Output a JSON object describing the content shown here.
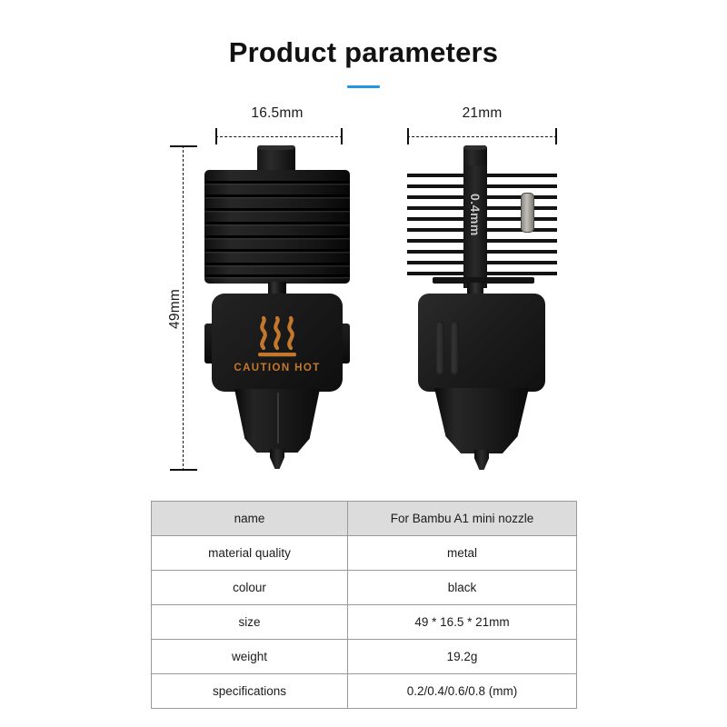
{
  "header": {
    "title": "Product parameters",
    "accent_color": "#2196e8"
  },
  "illustration": {
    "left_product": {
      "name": "front-view-hotend",
      "width_label": "16.5mm",
      "height_label": "49mm",
      "warning_text": "CAUTION HOT",
      "warning_icon": "heat-waves-icon",
      "warning_color": "#c4782c"
    },
    "right_product": {
      "name": "side-view-hotend",
      "width_label": "21mm",
      "nozzle_size_engraving": "0.4mm",
      "clip_color": "#c2beb8"
    }
  },
  "spec_table": {
    "rows": [
      {
        "key": "name",
        "value": "For Bambu A1 mini nozzle",
        "highlight": true
      },
      {
        "key": "material quality",
        "value": "metal",
        "highlight": false
      },
      {
        "key": "colour",
        "value": "black",
        "highlight": false
      },
      {
        "key": "size",
        "value": "49 * 16.5 * 21mm",
        "highlight": false
      },
      {
        "key": "weight",
        "value": "19.2g",
        "highlight": false
      },
      {
        "key": "specifications",
        "value": "0.2/0.4/0.6/0.8 (mm)",
        "highlight": false
      }
    ]
  }
}
